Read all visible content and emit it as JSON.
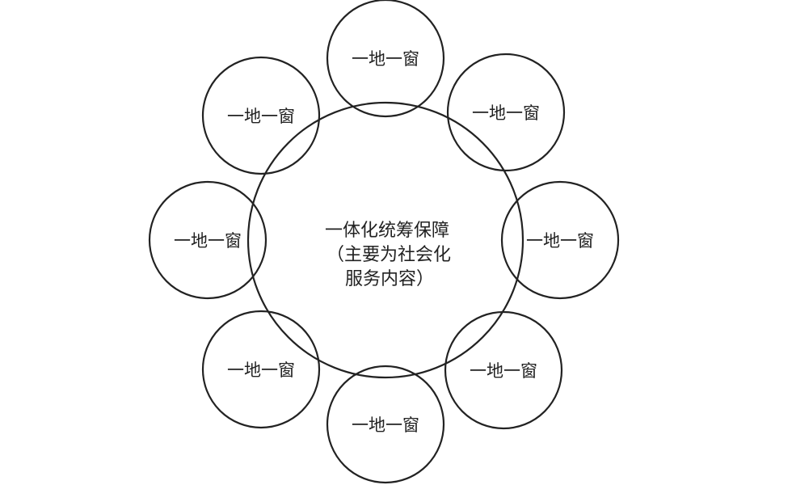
{
  "center": {
    "lines": [
      "一体化统筹保障",
      "（主要为社会化",
      "服务内容）"
    ]
  },
  "satellites": [
    {
      "label": "一地一窗"
    },
    {
      "label": "一地一窗"
    },
    {
      "label": "一地一窗"
    },
    {
      "label": "一地一窗"
    },
    {
      "label": "一地一窗"
    },
    {
      "label": "一地一窗"
    },
    {
      "label": "一地一窗"
    },
    {
      "label": "一地一窗"
    }
  ]
}
